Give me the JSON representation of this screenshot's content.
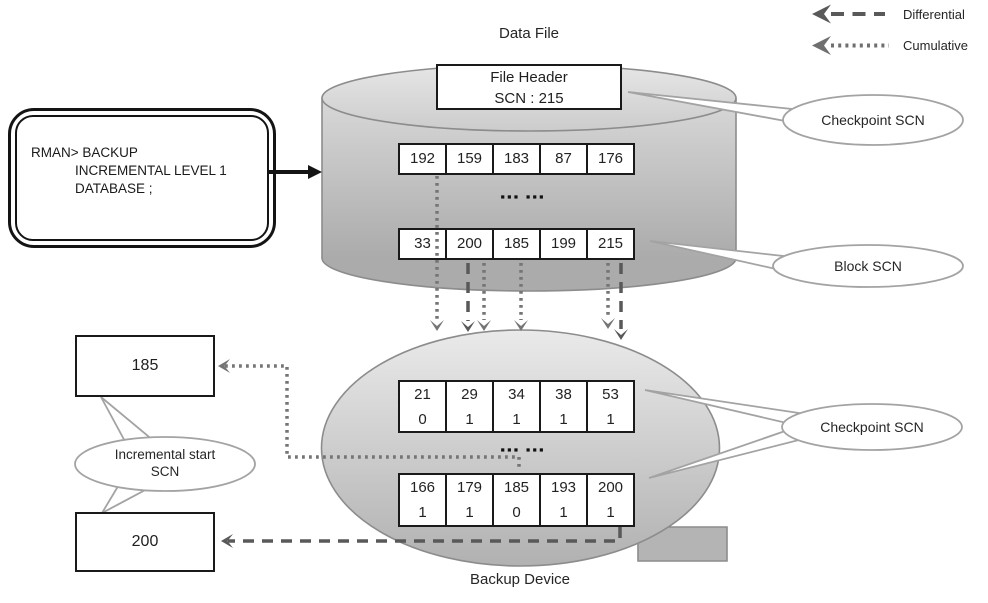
{
  "legend": {
    "differential_label": "Differential",
    "cumulative_label": "Cumulative"
  },
  "rman_command": {
    "line1": "RMAN> BACKUP",
    "line2": "INCREMENTAL LEVEL 1",
    "line3": "DATABASE ;"
  },
  "data_file": {
    "title": "Data File",
    "file_header": {
      "line1": "File Header",
      "line2": "SCN : 215"
    },
    "row1": [
      "192",
      "159",
      "183",
      "87",
      "176"
    ],
    "row2": [
      "33",
      "200",
      "185",
      "199",
      "215"
    ],
    "ellipsis": "▪▪▪ ▪▪▪"
  },
  "backup_device": {
    "label": "Backup Device",
    "row1": [
      {
        "scn": "21",
        "level": "0"
      },
      {
        "scn": "29",
        "level": "1"
      },
      {
        "scn": "34",
        "level": "1"
      },
      {
        "scn": "38",
        "level": "1"
      },
      {
        "scn": "53",
        "level": "1"
      }
    ],
    "row2": [
      {
        "scn": "166",
        "level": "1"
      },
      {
        "scn": "179",
        "level": "1"
      },
      {
        "scn": "185",
        "level": "0"
      },
      {
        "scn": "193",
        "level": "1"
      },
      {
        "scn": "200",
        "level": "1"
      }
    ],
    "ellipsis": "▪▪▪ ▪▪▪"
  },
  "callouts": {
    "checkpoint_scn_top": "Checkpoint SCN",
    "block_scn": "Block SCN",
    "checkpoint_scn_bottom": "Checkpoint SCN",
    "incremental_start_line1": "Incremental start",
    "incremental_start_line2": "SCN"
  },
  "scn_boxes": {
    "cumulative_start_scn": "185",
    "differential_start_scn": "200"
  },
  "colors": {
    "dashed_arrow": "#595959",
    "dotted_arrow": "#757575",
    "shape_outline": "#8c8c8c",
    "callout_outline": "#a3a3a3",
    "cylinder_fill_top": "#d8d8d8",
    "cylinder_fill_bottom": "#ababab",
    "blob_fill_top": "#eaeaea",
    "blob_fill_bottom": "#b1b1b1",
    "block_border": "#1a1a1a"
  }
}
